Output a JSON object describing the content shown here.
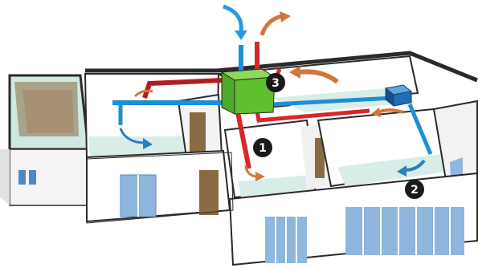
{
  "markers": [
    {
      "id": 1,
      "label": "1"
    },
    {
      "id": 2,
      "label": "2"
    },
    {
      "id": 3,
      "label": "3"
    }
  ],
  "colors": {
    "supply_air": "#1e8fd6",
    "exhaust_air": "#d9262b",
    "exhaust_air_dark": "#b01e22",
    "outdoor_air_arrow": "#d2773a",
    "supply_arrow": "#2a7fc0",
    "ventilation_unit": "#5fbf2e",
    "fan_unit": "#1f6fb6",
    "floor": "#d9ede8",
    "roof_edge": "#2a2a2a",
    "wall": "#f7f7f7",
    "window": "#8fb6dd",
    "door": "#8a6a45",
    "badge": "#1a1a1a"
  },
  "icons": [
    "heat-recovery-unit-icon",
    "fan-unit-icon",
    "airflow-arrow-icon"
  ]
}
